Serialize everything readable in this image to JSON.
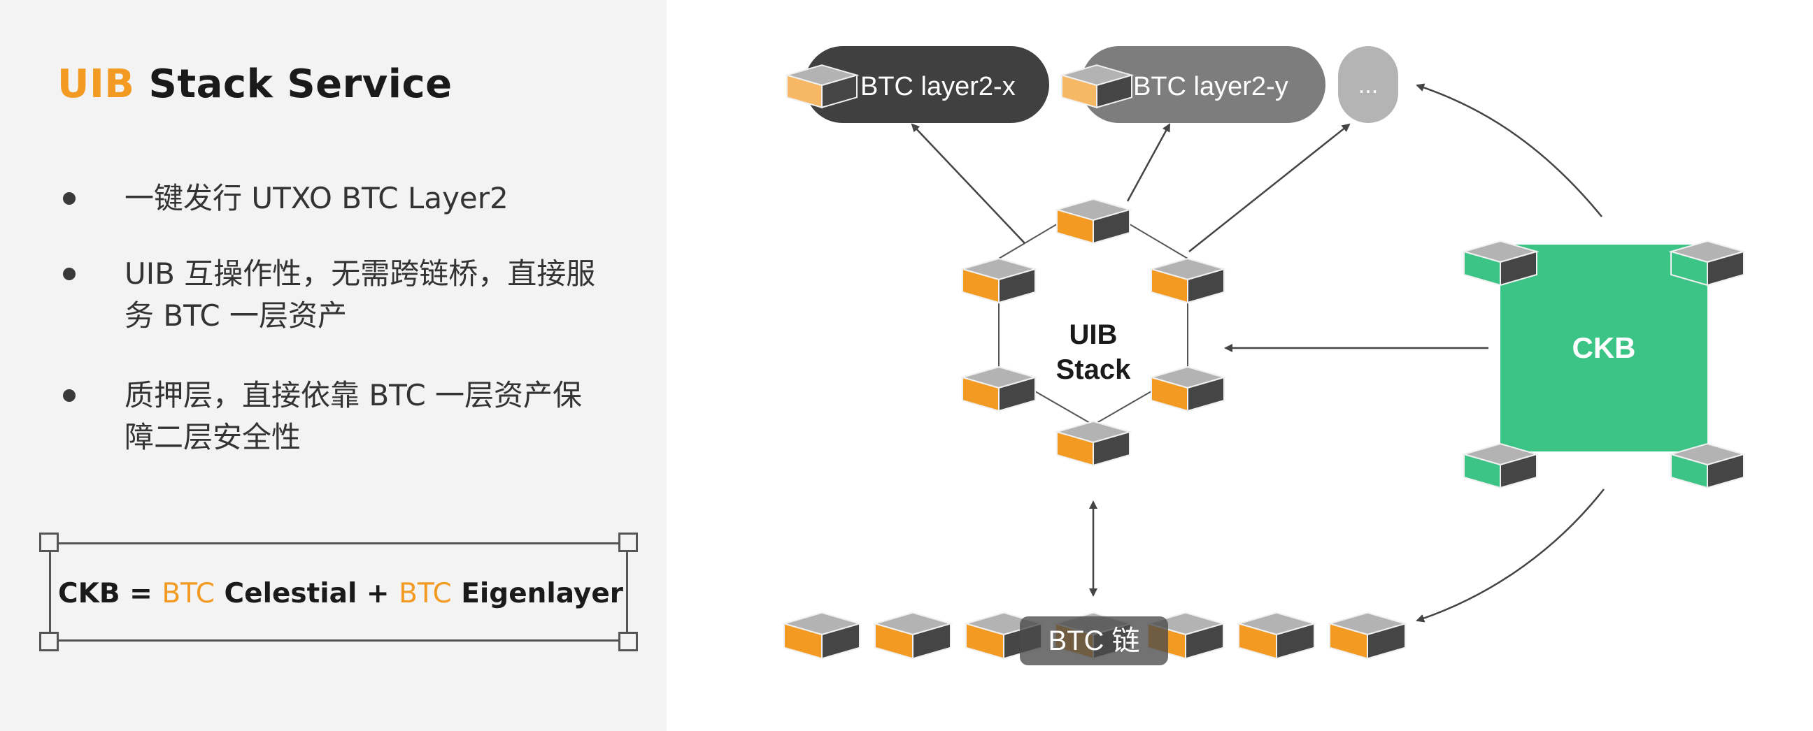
{
  "title": {
    "accent": "UIB",
    "rest": " Stack Service"
  },
  "bullets": [
    {
      "lines": [
        "一键发行 UTXO BTC Layer2"
      ]
    },
    {
      "lines": [
        "UIB 互操作性，无需跨链桥，直接服",
        "务 BTC 一层资产"
      ]
    },
    {
      "lines": [
        "质押层，直接依靠 BTC 一层资产保",
        "障二层安全性"
      ]
    }
  ],
  "formula": {
    "prefix": "CKB = ",
    "btc1": "BTC",
    "mid": " Celestial + ",
    "btc2": "BTC",
    "suffix": " Eigenlayer"
  },
  "diagram": {
    "layer2_x": "BTC layer2-x",
    "layer2_y": "BTC layer2-y",
    "more": "...",
    "uib_line1": "UIB",
    "uib_line2": "Stack",
    "ckb": "CKB",
    "btc_chain": "BTC 链"
  },
  "colors": {
    "accent": "#f29a21",
    "ckb_green": "#3cc386",
    "cube_top": "#b3b3b3",
    "cube_dark": "#454545",
    "pill_dark": "#404040",
    "pill_mid": "#7d7d7d",
    "pill_light": "#b4b4b4"
  }
}
